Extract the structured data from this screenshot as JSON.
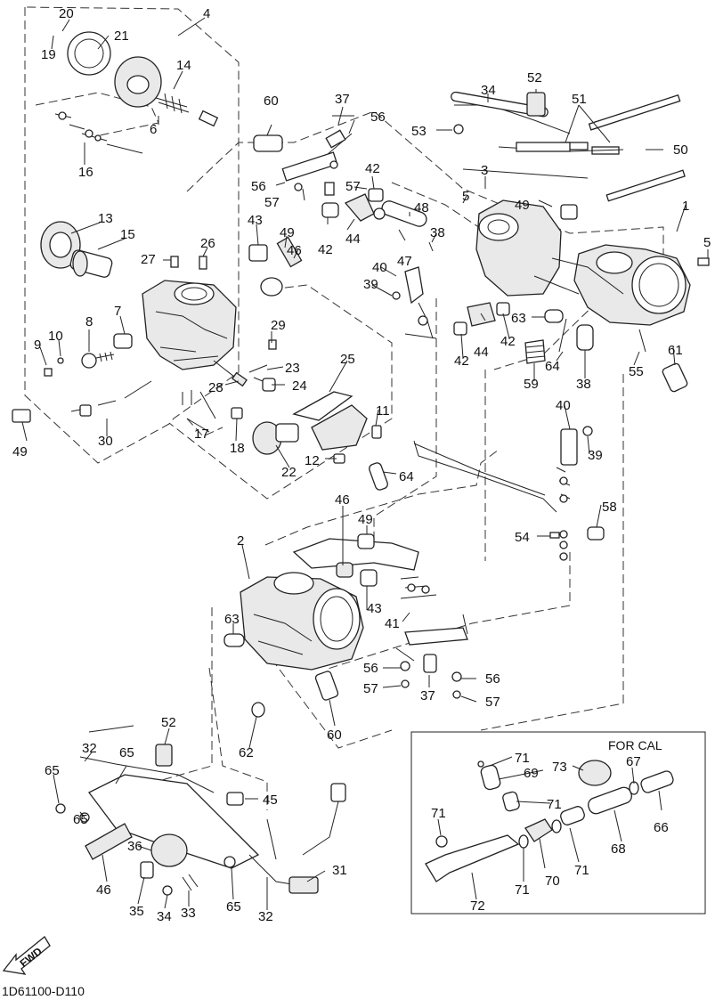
{
  "diagram_code": "1D61100-D110",
  "for_cal_label": "FOR CAL",
  "fwd_label": "FWD",
  "callouts": [
    {
      "id": "c20",
      "text": "20"
    },
    {
      "id": "c4",
      "text": "4"
    },
    {
      "id": "c21",
      "text": "21"
    },
    {
      "id": "c19",
      "text": "19"
    },
    {
      "id": "c14",
      "text": "14"
    },
    {
      "id": "c6",
      "text": "6"
    },
    {
      "id": "c16",
      "text": "16"
    },
    {
      "id": "c13",
      "text": "13"
    },
    {
      "id": "c15",
      "text": "15"
    },
    {
      "id": "c27",
      "text": "27"
    },
    {
      "id": "c26",
      "text": "26"
    },
    {
      "id": "c8",
      "text": "8"
    },
    {
      "id": "c7",
      "text": "7"
    },
    {
      "id": "c9",
      "text": "9"
    },
    {
      "id": "c10",
      "text": "10"
    },
    {
      "id": "c30",
      "text": "30"
    },
    {
      "id": "c49a",
      "text": "49"
    },
    {
      "id": "c28",
      "text": "28"
    },
    {
      "id": "c17",
      "text": "17"
    },
    {
      "id": "c18",
      "text": "18"
    },
    {
      "id": "c22",
      "text": "22"
    },
    {
      "id": "c29",
      "text": "29"
    },
    {
      "id": "c23",
      "text": "23"
    },
    {
      "id": "c24",
      "text": "24"
    },
    {
      "id": "c25",
      "text": "25"
    },
    {
      "id": "c11",
      "text": "11"
    },
    {
      "id": "c12",
      "text": "12"
    },
    {
      "id": "c64a",
      "text": "64"
    },
    {
      "id": "c60a",
      "text": "60"
    },
    {
      "id": "c37a",
      "text": "37"
    },
    {
      "id": "c56a",
      "text": "56"
    },
    {
      "id": "c56b",
      "text": "56"
    },
    {
      "id": "c57a",
      "text": "57"
    },
    {
      "id": "c57b",
      "text": "57"
    },
    {
      "id": "c42a",
      "text": "42"
    },
    {
      "id": "c43a",
      "text": "43"
    },
    {
      "id": "c49b",
      "text": "49"
    },
    {
      "id": "c46a",
      "text": "46"
    },
    {
      "id": "c42b",
      "text": "42"
    },
    {
      "id": "c44a",
      "text": "44"
    },
    {
      "id": "c48",
      "text": "48"
    },
    {
      "id": "c47",
      "text": "47"
    },
    {
      "id": "c38a",
      "text": "38"
    },
    {
      "id": "c40a",
      "text": "40"
    },
    {
      "id": "c39a",
      "text": "39"
    },
    {
      "id": "c52a",
      "text": "52"
    },
    {
      "id": "c34a",
      "text": "34"
    },
    {
      "id": "c53",
      "text": "53"
    },
    {
      "id": "c51",
      "text": "51"
    },
    {
      "id": "c50",
      "text": "50"
    },
    {
      "id": "c3",
      "text": "3"
    },
    {
      "id": "c5a",
      "text": "5"
    },
    {
      "id": "c49c",
      "text": "49"
    },
    {
      "id": "c1",
      "text": "1"
    },
    {
      "id": "c5b",
      "text": "5"
    },
    {
      "id": "c63a",
      "text": "63"
    },
    {
      "id": "c42c",
      "text": "42"
    },
    {
      "id": "c42d",
      "text": "42"
    },
    {
      "id": "c44b",
      "text": "44"
    },
    {
      "id": "c59",
      "text": "59"
    },
    {
      "id": "c64b",
      "text": "64"
    },
    {
      "id": "c38b",
      "text": "38"
    },
    {
      "id": "c55",
      "text": "55"
    },
    {
      "id": "c61",
      "text": "61"
    },
    {
      "id": "c40b",
      "text": "40"
    },
    {
      "id": "c39b",
      "text": "39"
    },
    {
      "id": "c58",
      "text": "58"
    },
    {
      "id": "c54",
      "text": "54"
    },
    {
      "id": "c46b",
      "text": "46"
    },
    {
      "id": "c49d",
      "text": "49"
    },
    {
      "id": "c2",
      "text": "2"
    },
    {
      "id": "c43b",
      "text": "43"
    },
    {
      "id": "c41",
      "text": "41"
    },
    {
      "id": "c63b",
      "text": "63"
    },
    {
      "id": "c56c",
      "text": "56"
    },
    {
      "id": "c56d",
      "text": "56"
    },
    {
      "id": "c57c",
      "text": "57"
    },
    {
      "id": "c57d",
      "text": "57"
    },
    {
      "id": "c37b",
      "text": "37"
    },
    {
      "id": "c60b",
      "text": "60"
    },
    {
      "id": "c62",
      "text": "62"
    },
    {
      "id": "c52b",
      "text": "52"
    },
    {
      "id": "c32a",
      "text": "32"
    },
    {
      "id": "c65a",
      "text": "65"
    },
    {
      "id": "c65b",
      "text": "65"
    },
    {
      "id": "c65c",
      "text": "65"
    },
    {
      "id": "c45",
      "text": "45"
    },
    {
      "id": "c36",
      "text": "36"
    },
    {
      "id": "c46c",
      "text": "46"
    },
    {
      "id": "c35",
      "text": "35"
    },
    {
      "id": "c34b",
      "text": "34"
    },
    {
      "id": "c33",
      "text": "33"
    },
    {
      "id": "c65d",
      "text": "65"
    },
    {
      "id": "c31",
      "text": "31"
    },
    {
      "id": "c32b",
      "text": "32"
    },
    {
      "id": "c71a",
      "text": "71"
    },
    {
      "id": "c69",
      "text": "69"
    },
    {
      "id": "c73",
      "text": "73"
    },
    {
      "id": "c67",
      "text": "67"
    },
    {
      "id": "c71b",
      "text": "71"
    },
    {
      "id": "c71c",
      "text": "71"
    },
    {
      "id": "c66",
      "text": "66"
    },
    {
      "id": "c68",
      "text": "68"
    },
    {
      "id": "c71d",
      "text": "71"
    },
    {
      "id": "c71e",
      "text": "71"
    },
    {
      "id": "c70",
      "text": "70"
    },
    {
      "id": "c72",
      "text": "72"
    }
  ]
}
